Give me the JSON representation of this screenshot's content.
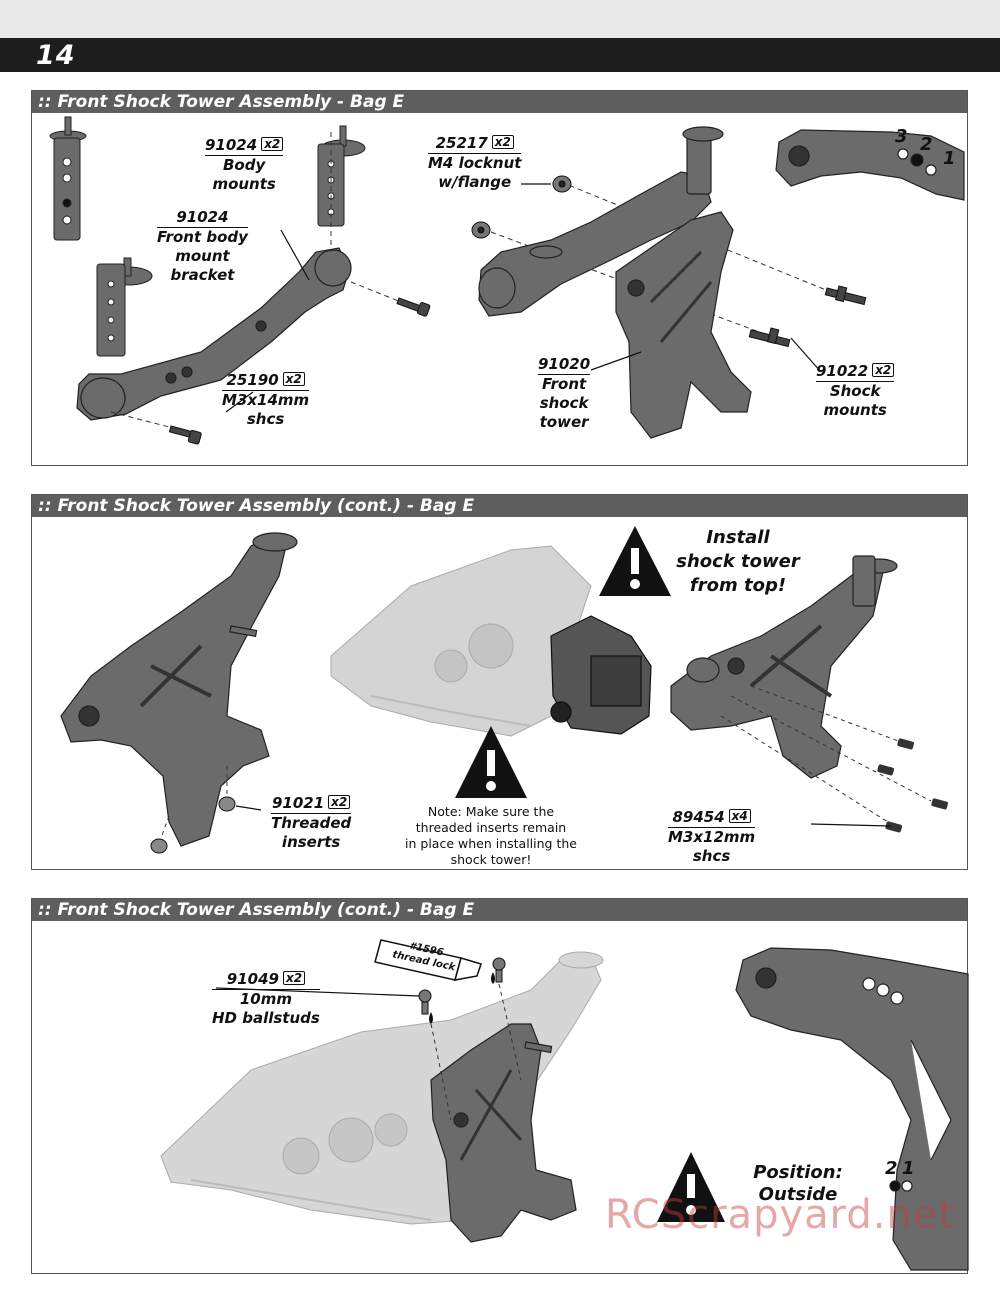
{
  "page": {
    "number": "14"
  },
  "sections": [
    {
      "title": ":: Front Shock Tower Assembly - Bag E",
      "labels": {
        "body_mounts_pn": "91024",
        "body_mounts_qty": "x2",
        "body_mounts_name_1": "Body",
        "body_mounts_name_2": "mounts",
        "bracket_pn": "91024",
        "bracket_name_1": "Front body",
        "bracket_name_2": "mount",
        "bracket_name_3": "bracket",
        "screw_pn": "25190",
        "screw_qty": "x2",
        "screw_name_1": "M3x14mm",
        "screw_name_2": "shcs",
        "locknut_pn": "25217",
        "locknut_qty": "x2",
        "locknut_name_1": "M4 locknut",
        "locknut_name_2": "w/flange",
        "tower_pn": "91020",
        "tower_name_1": "Front",
        "tower_name_2": "shock",
        "tower_name_3": "tower",
        "shockmount_pn": "91022",
        "shockmount_qty": "x2",
        "shockmount_name_1": "Shock",
        "shockmount_name_2": "mounts",
        "hole_3": "3",
        "hole_2": "2",
        "hole_1": "1"
      }
    },
    {
      "title": ":: Front Shock Tower Assembly (cont.) - Bag E",
      "labels": {
        "warning_1": "Install",
        "warning_2": "shock tower",
        "warning_3": "from top!",
        "inserts_pn": "91021",
        "inserts_qty": "x2",
        "inserts_name_1": "Threaded",
        "inserts_name_2": "inserts",
        "note_1": "Note: Make sure the",
        "note_2": "threaded inserts remain",
        "note_3": "in place when installing the",
        "note_4": "shock tower!",
        "screw_pn": "89454",
        "screw_qty": "x4",
        "screw_name_1": "M3x12mm",
        "screw_name_2": "shcs"
      }
    },
    {
      "title": ":: Front Shock Tower Assembly (cont.) - Bag E",
      "labels": {
        "threadlock_1": "#1596",
        "threadlock_2": "thread lock",
        "ballstud_pn": "91049",
        "ballstud_qty": "x2",
        "ballstud_name_1": "10mm",
        "ballstud_name_2": "HD ballstuds",
        "position_1": "Position:",
        "position_2": "Outside",
        "hole_2": "2",
        "hole_1": "1"
      }
    }
  ],
  "watermark": "RCScrapyard.net",
  "colors": {
    "part": "#6b6b6b",
    "part_light": "#cfcfcf",
    "header": "#5e5e5e",
    "topbar": "#1d1d1d"
  }
}
